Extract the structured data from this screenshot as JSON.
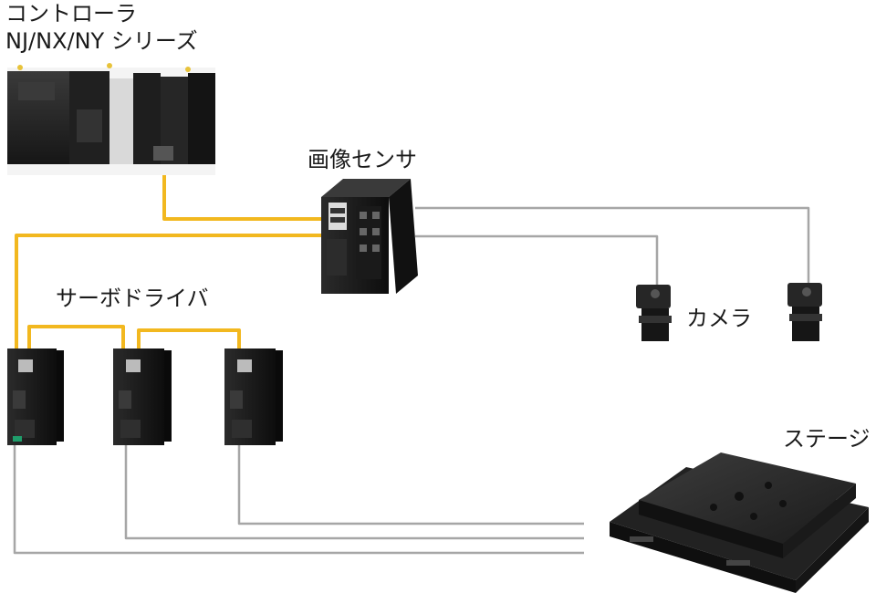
{
  "labels": {
    "controller_line1": "コントローラ",
    "controller_line2": "NJ/NX/NY シリーズ",
    "image_sensor": "画像センサ",
    "servo_drivers": "サーボドライバ",
    "cameras": "カメラ",
    "stage": "ステージ"
  },
  "colors": {
    "ethercat_cable": "#f2b81f",
    "sensor_cable": "#a6a6a6",
    "device_body": "#1c1c1c",
    "background": "#ffffff"
  }
}
